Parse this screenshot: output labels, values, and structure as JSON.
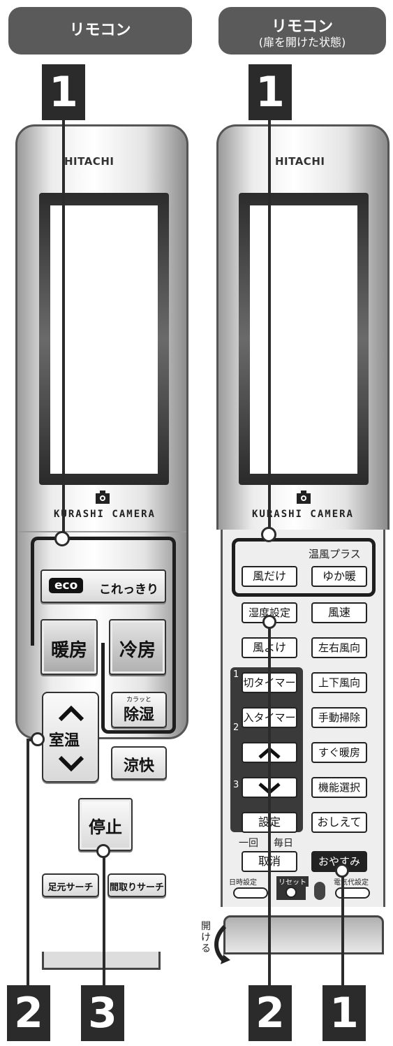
{
  "left": {
    "header": "リモコン",
    "brand": "HITACHI",
    "camera_label": "KURASHI CAMERA",
    "buttons": {
      "eco": "eco",
      "korekkiri": "これっきり",
      "danbou": "暖房",
      "reibou": "冷房",
      "karatto": "カラッと",
      "joshitsu": "除湿",
      "ryoukai": "涼快",
      "shitsuon": "室温",
      "teishi": "停止",
      "ashimoto": "足元サーチ",
      "madori": "間取りサーチ"
    },
    "callouts": {
      "top": "1",
      "bottom_left": "2",
      "bottom_right": "3"
    }
  },
  "right": {
    "header": "リモコン",
    "subheader": "(扉を開けた状態)",
    "brand": "HITACHI",
    "camera_label": "KURASHI CAMERA",
    "onpu_plus": "温風プラス",
    "buttons": {
      "kazedake1": "風だけ",
      "yukadan": "ゆか暖",
      "shitsudo": "湿度設定",
      "fuusoku": "風速",
      "kazedake2": "風よけ",
      "sayuu": "左右風向",
      "kiri_timer": "切タイマー",
      "jouge": "上下風向",
      "iri_timer": "入タイマー",
      "shudou": "手動掃除",
      "sugu": "すぐ暖房",
      "kinou": "機能選択",
      "settei": "設定",
      "oshiete": "おしえて",
      "torikeshi": "取消",
      "oyasumi": "おやすみ"
    },
    "labels": {
      "g1": "1",
      "g2": "2",
      "g3": "3",
      "ikkai": "一回",
      "mainichi": "毎日",
      "nichiji": "日時設定",
      "reset": "リセット",
      "denki": "電気代設定",
      "akeru": "開ける"
    },
    "callouts": {
      "top": "1",
      "bottom_left": "2",
      "bottom_right": "1"
    }
  }
}
